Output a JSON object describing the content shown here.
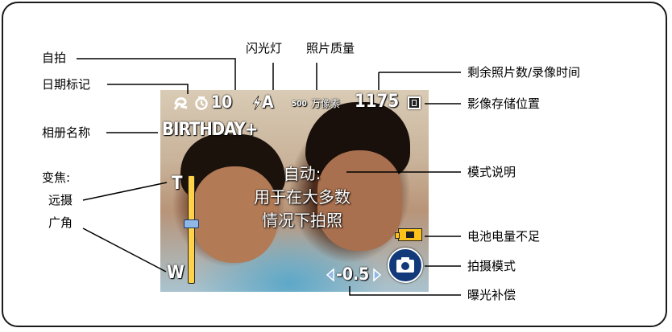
{
  "callouts": {
    "self_timer": "自拍",
    "flash": "闪光灯",
    "picture_quality": "照片质量",
    "date_stamp": "日期标记",
    "remaining": "剩余照片数/录像时间",
    "storage_location": "影像存储位置",
    "album_name": "相册名称",
    "zoom_title": "变焦:",
    "zoom_tele": "远摄",
    "zoom_wide": "广角",
    "mode_description": "模式说明",
    "low_battery": "电池电量不足",
    "capture_mode": "拍摄模式",
    "exposure_comp": "曝光补偿"
  },
  "screen": {
    "self_timer_value": "10",
    "flash_value": "A",
    "quality_number": "500",
    "quality_unit": "万像素",
    "remaining_count": "1175",
    "album": "BIRTHDAY+",
    "mode_line1": "自动:",
    "mode_line2": "用于在大多数",
    "mode_line3": "情况下拍照",
    "zoom_t": "T",
    "zoom_w": "W",
    "exposure_value": "-0.5"
  },
  "icons": [
    "date-stamp-icon",
    "self-timer-icon",
    "flash-auto-icon",
    "memory-card-icon",
    "low-battery-icon",
    "camera-mode-icon",
    "left-arrow-icon",
    "right-arrow-icon"
  ],
  "colors": {
    "zoom_bar": "#ffd24a",
    "zoom_thumb": "#8fb8e8",
    "battery": "#ffc21a",
    "mode_button": "#123a7a"
  }
}
